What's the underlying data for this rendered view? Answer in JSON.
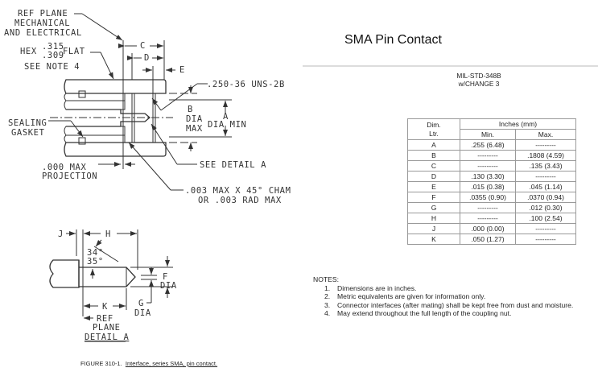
{
  "header": {
    "title": "SMA Pin Contact"
  },
  "standard": {
    "line1": "MIL-STD-348B",
    "line2": "w/CHANGE 3"
  },
  "table": {
    "header_dim": "Dim.",
    "header_ltr": "Ltr.",
    "header_units": "Inches (mm)",
    "header_min": "Min.",
    "header_max": "Max.",
    "rows": [
      {
        "ltr": "A",
        "min": ".255 (6.48)",
        "max": "---------"
      },
      {
        "ltr": "B",
        "min": "---------",
        "max": ".1808 (4.59)"
      },
      {
        "ltr": "C",
        "min": "---------",
        "max": ".135 (3.43)"
      },
      {
        "ltr": "D",
        "min": ".130 (3.30)",
        "max": "---------"
      },
      {
        "ltr": "E",
        "min": ".015 (0.38)",
        "max": ".045 (1.14)"
      },
      {
        "ltr": "F",
        "min": ".0355 (0.90)",
        "max": ".0370 (0.94)"
      },
      {
        "ltr": "G",
        "min": "---------",
        "max": ".012 (0.30)"
      },
      {
        "ltr": "H",
        "min": "---------",
        "max": ".100 (2.54)"
      },
      {
        "ltr": "J",
        "min": ".000 (0.00)",
        "max": "---------"
      },
      {
        "ltr": "K",
        "min": ".050 (1.27)",
        "max": "---------"
      }
    ]
  },
  "notes": {
    "heading": "NOTES:",
    "items": [
      {
        "num": "1.",
        "text": "Dimensions are in inches."
      },
      {
        "num": "2.",
        "text": "Metric equivalents are given for information only."
      },
      {
        "num": "3.",
        "text": "Connector interfaces (after mating) shall be kept free from dust and moisture."
      },
      {
        "num": "4.",
        "text": "May extend throughout the full length of the coupling nut."
      }
    ]
  },
  "caption": {
    "prefix": "FIGURE 310-1.",
    "text": "Interface, series SMA, pin contact."
  },
  "drawing": {
    "ref_plane_1": "REF PLANE",
    "ref_plane_2": "MECHANICAL",
    "ref_plane_3": "AND ELECTRICAL",
    "hex_label": "HEX",
    "hex_top": ".315",
    "hex_bottom": ".309",
    "hex_flat": "FLAT",
    "see_note": "SEE NOTE 4",
    "dim_c": "C",
    "dim_d": "D",
    "dim_e": "E",
    "thread": ".250-36 UNS-2B",
    "b_label": "B",
    "b_dia": "DIA",
    "b_max": "MAX",
    "a_label": "A",
    "a_dia": "DIA MIN",
    "sealing_1": "SEALING",
    "sealing_2": "GASKET",
    "proj_1": ".000 MAX",
    "proj_2": "PROJECTION",
    "see_detail": "SEE DETAIL A",
    "cham_1": ".003 MAX X 45° CHAM",
    "cham_2": "OR .003 RAD MAX",
    "dim_j": "J",
    "dim_h": "H",
    "angle_1": "34°",
    "angle_2": "35°",
    "dim_f": "F",
    "f_dia": "DIA",
    "dim_k": "K",
    "dim_g": "G",
    "g_dia": "DIA",
    "ref_1": "REF",
    "ref_2": "PLANE",
    "detail_a": "DETAIL A"
  }
}
